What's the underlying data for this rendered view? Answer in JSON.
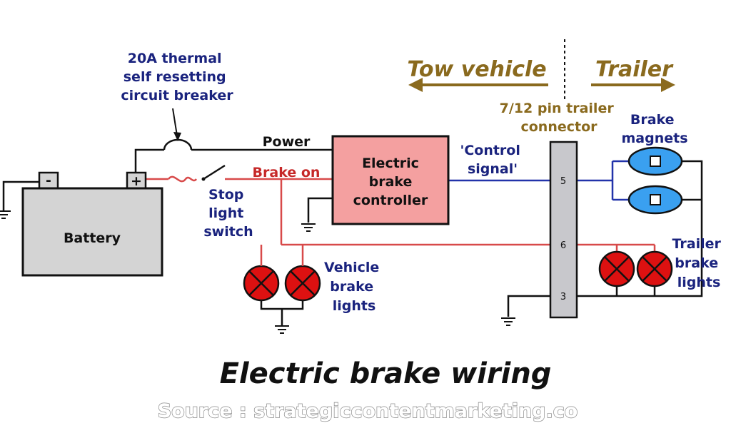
{
  "labels": {
    "breaker": [
      "20A thermal",
      "self resetting",
      "circuit breaker"
    ],
    "power": "Power",
    "brake_on": "Brake on",
    "stop_switch": [
      "Stop",
      "light",
      "switch"
    ],
    "battery": "Battery",
    "controller": [
      "Electric",
      "brake",
      "controller"
    ],
    "control_signal": [
      "'Control",
      "signal'"
    ],
    "tow_vehicle": "Tow vehicle",
    "trailer": "Trailer",
    "connector": [
      "7/12 pin trailer",
      "connector"
    ],
    "brake_magnets": [
      "Brake",
      "magnets"
    ],
    "vehicle_brake_lights": [
      "Vehicle",
      "brake",
      "lights"
    ],
    "trailer_brake_lights": [
      "Trailer",
      "brake",
      "lights"
    ],
    "pins": [
      "5",
      "6",
      "3"
    ],
    "battery_minus": "-",
    "battery_plus": "+"
  },
  "title": "Electric brake wiring",
  "source": "Source : strategiccontentmarketing.co",
  "colors": {
    "power_wire": "#111111",
    "brake_wire": "#d84a4a",
    "signal_wire": "#2233aa",
    "controller_fill": "#f4a0a0",
    "battery_fill": "#d4d4d4",
    "magnet_fill": "#3aa0f0",
    "lamp_fill": "#dd1111"
  }
}
